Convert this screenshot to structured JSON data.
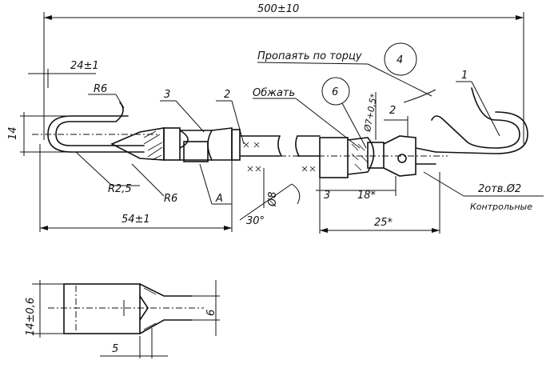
{
  "drawing": {
    "overall_length": "500±10",
    "note_solder": "Пропаять по торцу",
    "note_crimp": "Обжать",
    "hook_length": "24±1",
    "radius_top": "R6",
    "part_3": "3",
    "part_2": "2",
    "part_6": "6",
    "part_4": "4",
    "part_1": "1",
    "diameter_7": "Ø7+0,5*",
    "dim_2": "2",
    "height_14": "14",
    "radius_2_5": "R2,5",
    "radius_6": "R6",
    "view_a": "A",
    "diameter_8": "Ø8",
    "angle_30": "30°",
    "dim_3": "3",
    "dim_18": "18*",
    "holes_note": "2отв.Ø2",
    "holes_note_2": "Контрольные",
    "dim_54": "54±1",
    "dim_25": "25*",
    "detail_height": "14±0,6",
    "detail_6": "6",
    "detail_5": "5"
  }
}
